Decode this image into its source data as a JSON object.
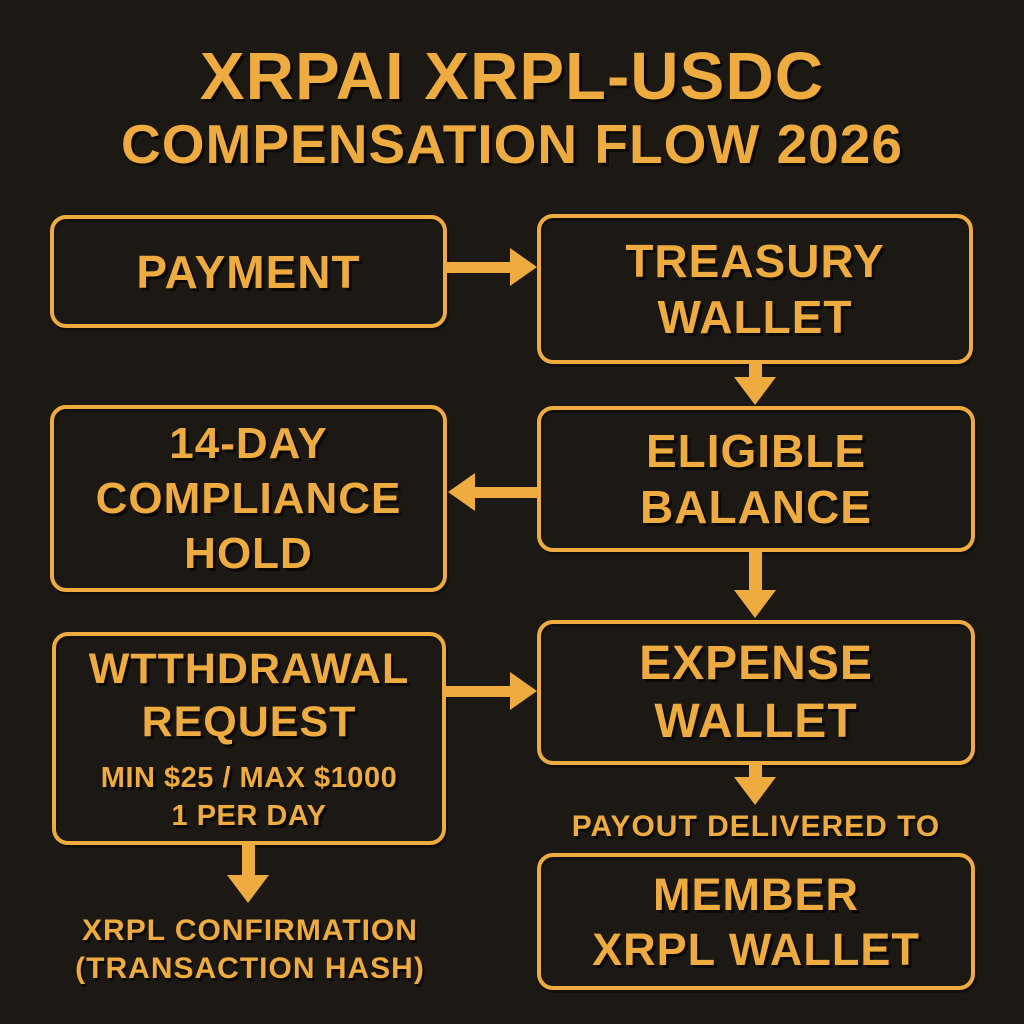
{
  "title": {
    "line1": "XRPAI XRPL-USDC",
    "line2": "COMPENSATION FLOW 2026"
  },
  "colors": {
    "background": "#1C1813",
    "gold": "#EDAB40"
  },
  "nodes": {
    "payment": {
      "lines": [
        "PAYMENT"
      ]
    },
    "treasury": {
      "lines": [
        "TREASURY",
        "WALLET"
      ]
    },
    "hold": {
      "lines": [
        "14-DAY",
        "COMPLIANCE",
        "HOLD"
      ]
    },
    "eligible": {
      "lines": [
        "ELIGIBLE",
        "BALANCE"
      ]
    },
    "withdrawal": {
      "lines": [
        "WTTHDRAWAL",
        "REQUEST"
      ],
      "limits": [
        "MIN $25 / MAX $1000",
        "1 PER DAY"
      ]
    },
    "expense": {
      "lines": [
        "EXPENSE",
        "WALLET"
      ]
    },
    "member": {
      "lines": [
        "MEMBER",
        "XRPL WALLET"
      ]
    }
  },
  "labels": {
    "payout_delivered": "PAYOUT DELIVERED TO",
    "confirmation_line1": "XRPL CONFIRMATION",
    "confirmation_line2": "(TRANSACTION HASH)"
  }
}
